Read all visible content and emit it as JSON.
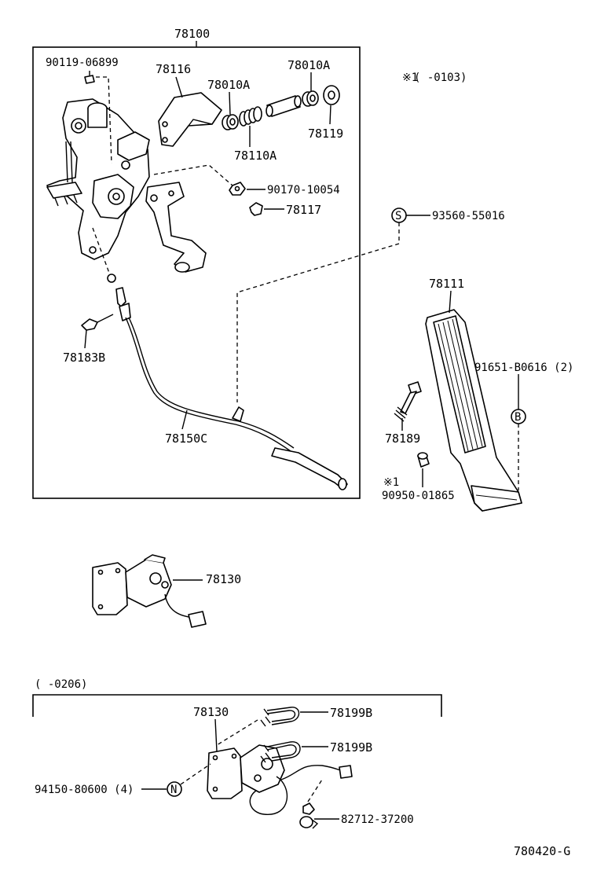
{
  "title": "78100",
  "diagram_code": "780420-G",
  "notes": {
    "note1_mark": "※1",
    "note1_range": "(        -0103)",
    "lower_range": "(        -0206)"
  },
  "symbols": {
    "s": "S",
    "b": "B",
    "n": "N"
  },
  "parts": {
    "p90119_06899": "90119-06899",
    "p78116": "78116",
    "p78010A_a": "78010A",
    "p78010A_b": "78010A",
    "p78110A": "78110A",
    "p78119": "78119",
    "p90170_10054": "90170-10054",
    "p78117": "78117",
    "p93560_55016": "93560-55016",
    "p78111": "78111",
    "p78183B": "78183B",
    "p91651_B0616": "91651-B0616 (2)",
    "p78150C": "78150C",
    "p78189": "78189",
    "p90950_01865_mark": "※1",
    "p90950_01865": "90950-01865",
    "p78130_a": "78130",
    "p78130_b": "78130",
    "p78199B_a": "78199B",
    "p78199B_b": "78199B",
    "p94150_80600": "94150-80600 (4)",
    "p82712_37200": "82712-37200"
  }
}
